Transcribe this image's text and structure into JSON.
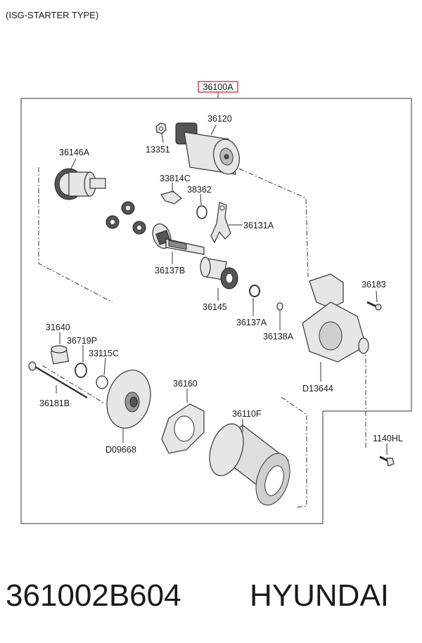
{
  "header": {
    "subtitle": "(ISG-STARTER TYPE)"
  },
  "assembly": {
    "code": "36100A",
    "highlight_color": "#d0253b"
  },
  "labels": {
    "p36120": "36120",
    "p13351": "13351",
    "p36146A": "36146A",
    "p33814C": "33814C",
    "p38362": "38362",
    "p36131A": "36131A",
    "p36137B": "36137B",
    "p36145": "36145",
    "p36137A": "36137A",
    "p36138A": "36138A",
    "p36183": "36183",
    "pD13644": "D13644",
    "p31640": "31640",
    "p36719P": "36719P",
    "p33115C": "33115C",
    "p36181B": "36181B",
    "pD09668": "D09668",
    "p36160": "36160",
    "p36110F": "36110F",
    "p1140HL": "1140HL"
  },
  "footer": {
    "part_number": "361002B604",
    "brand": "HYUNDAI"
  }
}
